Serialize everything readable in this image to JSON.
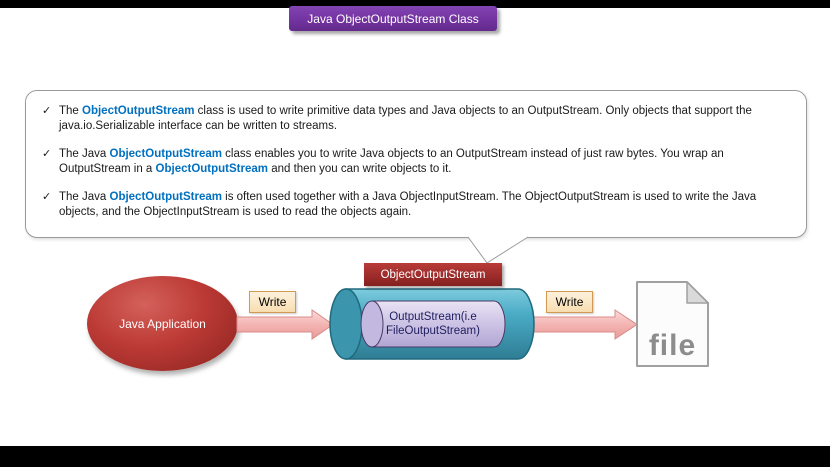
{
  "page": {
    "title": "Java ObjectOutputStream Class"
  },
  "colors": {
    "title_bg": "#7333a0",
    "highlight_text": "#0070c0",
    "application_ellipse": "#b23331",
    "stream_box_red": "#962827",
    "cylinder_teal": "#4bacc6",
    "inner_cylinder_lavender": "#ccc3e5",
    "arrow_pink": "#f3b4b2",
    "write_box_bg": "#f8ddb0"
  },
  "bullets": {
    "marker": "✓",
    "items": [
      {
        "parts": [
          {
            "text": "The "
          },
          {
            "text": "ObjectOutputStream",
            "style": "highlight"
          },
          {
            "text": " class is used to write primitive data types and Java objects to an OutputStream. Only objects that support the java.io.Serializable interface can be written to streams."
          }
        ]
      },
      {
        "parts": [
          {
            "text": "The Java "
          },
          {
            "text": "ObjectOutputStream",
            "style": "highlight"
          },
          {
            "text": " class enables you to write Java objects to an OutputStream instead of just raw bytes. You wrap an OutputStream in a "
          },
          {
            "text": "ObjectOutputStream",
            "style": "highlight"
          },
          {
            "text": " and then you can write objects to it."
          }
        ]
      },
      {
        "parts": [
          {
            "text": "The Java "
          },
          {
            "text": "ObjectOutputStream",
            "style": "highlight"
          },
          {
            "text": " is often used together with a Java ObjectInputStream. The ObjectOutputStream is used to write the Java objects, and the ObjectInputStream is used to read the objects again."
          }
        ]
      }
    ]
  },
  "diagram": {
    "source": {
      "label": "Java Application"
    },
    "arrow1": {
      "label": "Write"
    },
    "arrow2": {
      "label": "Write"
    },
    "stream_box": {
      "label": "ObjectOutputStream"
    },
    "cylinder": {
      "label": "OutputStream(i.e\nFileOutputStream)"
    },
    "file": {
      "label": "file"
    }
  }
}
